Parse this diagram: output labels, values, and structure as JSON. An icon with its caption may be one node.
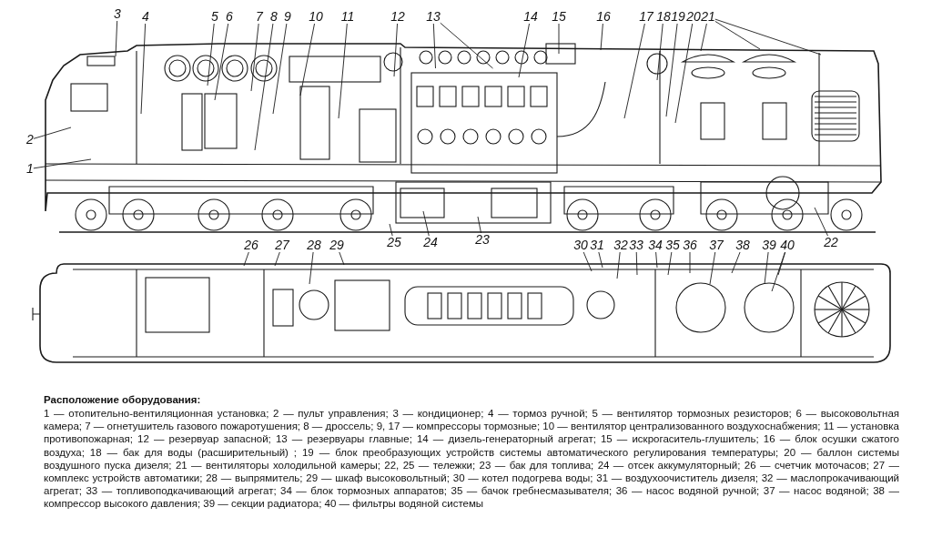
{
  "diagram": {
    "nodes": [
      {
        "text": [
          "1"
        ]
      },
      {
        "text": [
          "2"
        ]
      },
      {
        "text": [
          "3"
        ]
      },
      {
        "text": [
          "4"
        ]
      },
      {
        "text": [
          "5"
        ]
      },
      {
        "text": [
          "6"
        ]
      },
      {
        "text": [
          "7"
        ]
      },
      {
        "text": [
          "8"
        ]
      },
      {
        "text": [
          "9"
        ]
      },
      {
        "text": [
          "10"
        ]
      },
      {
        "text": [
          "11"
        ]
      },
      {
        "text": [
          "12"
        ]
      },
      {
        "text": [
          "13"
        ]
      },
      {
        "text": [
          "14"
        ]
      },
      {
        "text": [
          "15"
        ]
      },
      {
        "text": [
          "16"
        ]
      },
      {
        "text": [
          "17"
        ]
      },
      {
        "text": [
          "18"
        ]
      },
      {
        "text": [
          "19"
        ]
      },
      {
        "text": [
          "20"
        ]
      },
      {
        "text": [
          "21"
        ]
      },
      {
        "text": [
          "22"
        ]
      },
      {
        "text": [
          "23"
        ]
      },
      {
        "text": [
          "24"
        ]
      },
      {
        "text": [
          "25"
        ]
      },
      {
        "text": [
          "26"
        ]
      },
      {
        "text": [
          "27"
        ]
      },
      {
        "text": [
          "28"
        ]
      },
      {
        "text": [
          "29"
        ]
      },
      {
        "text": [
          "30"
        ]
      },
      {
        "text": [
          "31"
        ]
      },
      {
        "text": [
          "32"
        ]
      },
      {
        "text": [
          "33"
        ]
      },
      {
        "text": [
          "34"
        ]
      },
      {
        "text": [
          "35"
        ]
      },
      {
        "text": [
          "36"
        ]
      },
      {
        "text": [
          "37"
        ]
      },
      {
        "text": [
          "38"
        ]
      },
      {
        "text": [
          "39"
        ]
      },
      {
        "text": [
          "40"
        ]
      }
    ],
    "edges": [
      {
        "from": 0,
        "to": null,
        "arrow": "none"
      },
      {
        "from": 1,
        "to": null,
        "arrow": "none"
      },
      {
        "from": 2,
        "to": null,
        "arrow": "none"
      },
      {
        "from": 3,
        "to": null,
        "arrow": "none"
      },
      {
        "from": 4,
        "to": null,
        "arrow": "none"
      },
      {
        "from": 5,
        "to": null,
        "arrow": "none"
      },
      {
        "from": 6,
        "to": null,
        "arrow": "none"
      },
      {
        "from": 7,
        "to": null,
        "arrow": "none"
      },
      {
        "from": 8,
        "to": null,
        "arrow": "none"
      },
      {
        "from": 9,
        "to": null,
        "arrow": "none"
      },
      {
        "from": 10,
        "to": null,
        "arrow": "none"
      },
      {
        "from": 11,
        "to": null,
        "arrow": "none"
      },
      {
        "from": 12,
        "to": null,
        "arrow": "none"
      },
      {
        "from": 12,
        "to": null,
        "arrow": "none"
      },
      {
        "from": 13,
        "to": null,
        "arrow": "none"
      },
      {
        "from": 14,
        "to": null,
        "arrow": "none"
      },
      {
        "from": 15,
        "to": null,
        "arrow": "none"
      },
      {
        "from": 16,
        "to": null,
        "arrow": "none"
      },
      {
        "from": 17,
        "to": null,
        "arrow": "none"
      },
      {
        "from": 18,
        "to": null,
        "arrow": "none"
      },
      {
        "from": 19,
        "to": null,
        "arrow": "none"
      },
      {
        "from": 20,
        "to": null,
        "arrow": "none"
      },
      {
        "from": 20,
        "to": null,
        "arrow": "none"
      },
      {
        "from": 20,
        "to": null,
        "arrow": "none"
      },
      {
        "from": 21,
        "to": null,
        "arrow": "none"
      },
      {
        "from": 22,
        "to": null,
        "arrow": "none"
      },
      {
        "from": 23,
        "to": null,
        "arrow": "none"
      },
      {
        "from": 24,
        "to": null,
        "arrow": "none"
      },
      {
        "from": 25,
        "to": null,
        "arrow": "none"
      },
      {
        "from": 26,
        "to": null,
        "arrow": "none"
      },
      {
        "from": 27,
        "to": null,
        "arrow": "none"
      },
      {
        "from": 28,
        "to": null,
        "arrow": "none"
      },
      {
        "from": 29,
        "to": null,
        "arrow": "none"
      },
      {
        "from": 30,
        "to": null,
        "arrow": "none"
      },
      {
        "from": 31,
        "to": null,
        "arrow": "none"
      },
      {
        "from": 32,
        "to": null,
        "arrow": "none"
      },
      {
        "from": 33,
        "to": null,
        "arrow": "none"
      },
      {
        "from": 34,
        "to": null,
        "arrow": "none"
      },
      {
        "from": 35,
        "to": null,
        "arrow": "none"
      },
      {
        "from": 36,
        "to": null,
        "arrow": "none"
      },
      {
        "from": 37,
        "to": null,
        "arrow": "none"
      },
      {
        "from": 38,
        "to": null,
        "arrow": "none"
      },
      {
        "from": 39,
        "to": null,
        "arrow": "none"
      },
      {
        "from": 39,
        "to": null,
        "arrow": "none"
      }
    ],
    "labels": [
      "Расположение оборудования:"
    ],
    "caption": "1 — отопительно-вентиляционная установка; 2 — пульт управления; 3 — кондиционер; 4 — тормоз ручной; 5 — вентилятор тормозных резисторов; 6 — высоковольтная камера; 7 — огнетушитель газового пожаротушения; 8 — дроссель; 9, 17 — компрессоры тормозные; 10 — вентилятор централизованного воздухоснабжения; 11 — установка противопожарная; 12 — резервуар запасной; 13 — резервуары главные; 14 — дизель-генераторный агрегат; 15 — искрогаситель-глушитель; 16 — блок осушки сжатого воздуха; 18 — бак для воды (расширительный) ; 19 — блок преобразующих устройств системы автоматического регулирования температуры; 20 — баллон системы воздушного пуска дизеля; 21 — вентиляторы холодильной камеры; 22, 25 — тележки; 23 — бак для топлива; 24 — отсек аккумуляторный; 26 — счетчик моточасов; 27 — комплекс устройств автоматики; 28 — выпрямитель; 29 — шкаф высоковольтный; 30 — котел подогрева воды; 31 — воздухоочиститель дизеля; 32 — маслопрокачивающий агрегат; 33 — топливоподкачивающий агрегат; 34 — блок тормозных аппаратов; 35 — бачок гребнесмазывателя; 36 — насос водяной ручной; 37 — насос водяной; 38 — компрессор высокого давления; 39 — секции радиатора; 40 — фильтры водяной системы"
  }
}
